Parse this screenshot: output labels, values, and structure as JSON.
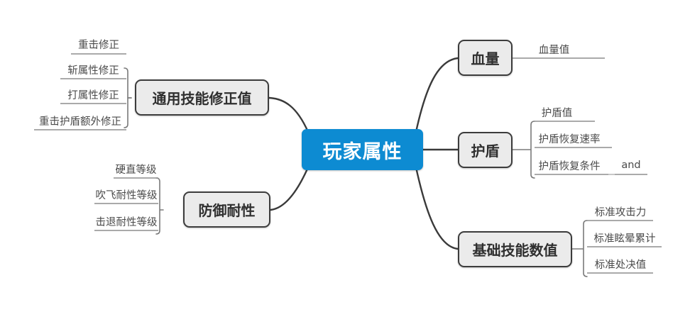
{
  "diagram": {
    "type": "mind-map",
    "background": "#ffffff",
    "root_color": "#0d8bd2",
    "branch_color": "#ebebeb",
    "branch_border_color": "#3c3c3c",
    "leaf_text_color": "#4a4a4a",
    "connector_color": "#3a3a3a",
    "root": {
      "label": "玩家属性"
    },
    "branches": [
      {
        "id": "general-skill-modifier",
        "label": "通用技能修正值",
        "side": "left",
        "children": [
          {
            "id": "heavy-hit-modifier",
            "label": "重击修正"
          },
          {
            "id": "slash-attr-modifier",
            "label": "斩属性修正"
          },
          {
            "id": "strike-attr-modifier",
            "label": "打属性修正"
          },
          {
            "id": "heavy-hit-shield-extra-modifier",
            "label": "重击护盾额外修正"
          }
        ]
      },
      {
        "id": "defense-resistance",
        "label": "防御耐性",
        "side": "left",
        "children": [
          {
            "id": "stagger-level",
            "label": "硬直等级"
          },
          {
            "id": "blowback-resist-level",
            "label": "吹飞耐性等级"
          },
          {
            "id": "knockback-resist-level",
            "label": "击退耐性等级"
          }
        ]
      },
      {
        "id": "health",
        "label": "血量",
        "side": "right",
        "children": [
          {
            "id": "health-value",
            "label": "血量值"
          }
        ]
      },
      {
        "id": "shield",
        "label": "护盾",
        "side": "right",
        "children": [
          {
            "id": "shield-value",
            "label": "护盾值"
          },
          {
            "id": "shield-recovery-rate",
            "label": "护盾恢复速率"
          },
          {
            "id": "shield-recovery-condition",
            "label": "护盾恢复条件",
            "children": [
              {
                "id": "and-condition",
                "label": "and"
              }
            ]
          }
        ]
      },
      {
        "id": "base-skill-values",
        "label": "基础技能数值",
        "side": "right",
        "children": [
          {
            "id": "standard-attack-power",
            "label": "标准攻击力"
          },
          {
            "id": "standard-stun-accumulation",
            "label": "标准眩晕累计"
          },
          {
            "id": "standard-execution-value",
            "label": "标准处决值"
          }
        ]
      }
    ]
  }
}
